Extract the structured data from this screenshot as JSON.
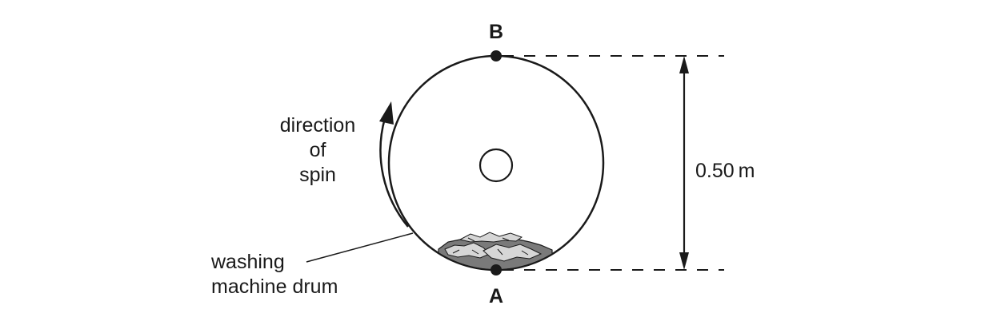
{
  "labels": {
    "point_top": "B",
    "point_bottom": "A",
    "spin_line1": "direction",
    "spin_line2": "of",
    "spin_line3": "spin",
    "drum_line1": "washing",
    "drum_line2": "machine drum",
    "distance": "0.50 m"
  },
  "colors": {
    "ink": "#1a1a1a",
    "laundry_dark": "#7a7a7a",
    "laundry_light": "#d6d6d6",
    "background": "#ffffff"
  }
}
